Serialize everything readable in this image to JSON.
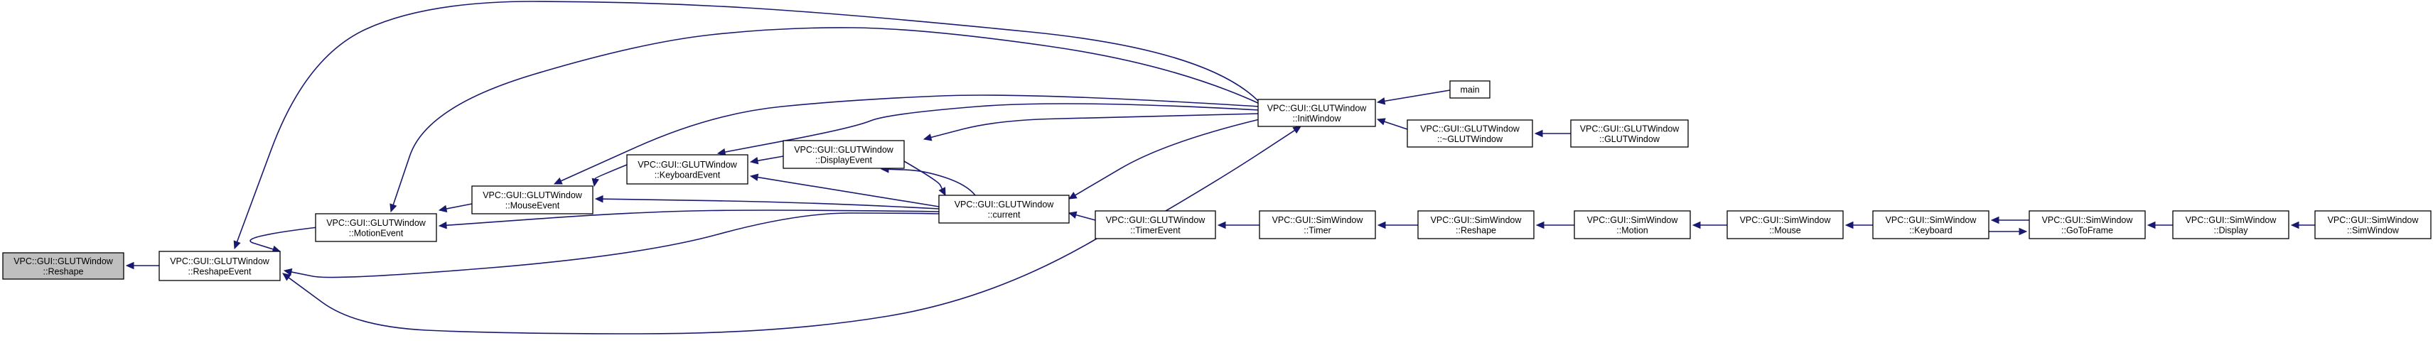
{
  "nodes": [
    {
      "id": "reshape",
      "lines": [
        "VPC::GUI::GLUTWindow",
        "::Reshape"
      ],
      "root": true
    },
    {
      "id": "reshapeEvent",
      "lines": [
        "VPC::GUI::GLUTWindow",
        "::ReshapeEvent"
      ]
    },
    {
      "id": "motionEvent",
      "lines": [
        "VPC::GUI::GLUTWindow",
        "::MotionEvent"
      ]
    },
    {
      "id": "mouseEvent",
      "lines": [
        "VPC::GUI::GLUTWindow",
        "::MouseEvent"
      ]
    },
    {
      "id": "keyboardEvent",
      "lines": [
        "VPC::GUI::GLUTWindow",
        "::KeyboardEvent"
      ]
    },
    {
      "id": "displayEvent",
      "lines": [
        "VPC::GUI::GLUTWindow",
        "::DisplayEvent"
      ]
    },
    {
      "id": "current",
      "lines": [
        "VPC::GUI::GLUTWindow",
        "::current"
      ]
    },
    {
      "id": "initWindow",
      "lines": [
        "VPC::GUI::GLUTWindow",
        "::InitWindow"
      ]
    },
    {
      "id": "main",
      "lines": [
        "main"
      ]
    },
    {
      "id": "dtor",
      "lines": [
        "VPC::GUI::GLUTWindow",
        "::~GLUTWindow"
      ]
    },
    {
      "id": "ctor",
      "lines": [
        "VPC::GUI::GLUTWindow",
        "::GLUTWindow"
      ]
    },
    {
      "id": "timerEvent",
      "lines": [
        "VPC::GUI::GLUTWindow",
        "::TimerEvent"
      ]
    },
    {
      "id": "simTimer",
      "lines": [
        "VPC::GUI::SimWindow",
        "::Timer"
      ]
    },
    {
      "id": "simReshape",
      "lines": [
        "VPC::GUI::SimWindow",
        "::Reshape"
      ]
    },
    {
      "id": "simMotion",
      "lines": [
        "VPC::GUI::SimWindow",
        "::Motion"
      ]
    },
    {
      "id": "simMouse",
      "lines": [
        "VPC::GUI::SimWindow",
        "::Mouse"
      ]
    },
    {
      "id": "simKeyboard",
      "lines": [
        "VPC::GUI::SimWindow",
        "::Keyboard"
      ]
    },
    {
      "id": "simGoToFrame",
      "lines": [
        "VPC::GUI::SimWindow",
        "::GoToFrame"
      ]
    },
    {
      "id": "simDisplay",
      "lines": [
        "VPC::GUI::SimWindow",
        "::Display"
      ]
    },
    {
      "id": "simCtor",
      "lines": [
        "VPC::GUI::SimWindow",
        "::SimWindow"
      ]
    }
  ],
  "edges": [
    {
      "from": "reshapeEvent",
      "to": "reshape"
    },
    {
      "from": "motionEvent",
      "to": "reshapeEvent"
    },
    {
      "from": "current",
      "to": "reshapeEvent"
    },
    {
      "from": "initWindow",
      "to": "reshapeEvent"
    },
    {
      "from": "timerEvent",
      "to": "reshapeEvent"
    },
    {
      "from": "mouseEvent",
      "to": "motionEvent"
    },
    {
      "from": "current",
      "to": "motionEvent"
    },
    {
      "from": "initWindow",
      "to": "motionEvent"
    },
    {
      "from": "keyboardEvent",
      "to": "mouseEvent"
    },
    {
      "from": "current",
      "to": "mouseEvent"
    },
    {
      "from": "initWindow",
      "to": "mouseEvent"
    },
    {
      "from": "displayEvent",
      "to": "keyboardEvent"
    },
    {
      "from": "current",
      "to": "keyboardEvent"
    },
    {
      "from": "initWindow",
      "to": "keyboardEvent"
    },
    {
      "from": "current",
      "to": "displayEvent"
    },
    {
      "from": "initWindow",
      "to": "displayEvent"
    },
    {
      "from": "displayEvent",
      "to": "current"
    },
    {
      "from": "initWindow",
      "to": "current"
    },
    {
      "from": "timerEvent",
      "to": "current"
    },
    {
      "from": "main",
      "to": "initWindow"
    },
    {
      "from": "dtor",
      "to": "initWindow"
    },
    {
      "from": "ctor",
      "to": "dtor"
    },
    {
      "from": "timerEvent",
      "to": "initWindow"
    },
    {
      "from": "simTimer",
      "to": "timerEvent"
    },
    {
      "from": "simReshape",
      "to": "simTimer"
    },
    {
      "from": "simMotion",
      "to": "simReshape"
    },
    {
      "from": "simMouse",
      "to": "simMotion"
    },
    {
      "from": "simKeyboard",
      "to": "simMouse"
    },
    {
      "from": "simGoToFrame",
      "to": "simKeyboard"
    },
    {
      "from": "simKeyboard",
      "to": "simGoToFrame"
    },
    {
      "from": "simDisplay",
      "to": "simGoToFrame"
    },
    {
      "from": "simCtor",
      "to": "simDisplay"
    }
  ],
  "colors": {
    "edge": "#191970",
    "root_fill": "#bfbfbf",
    "node_fill": "#ffffff",
    "node_border": "#000000"
  }
}
